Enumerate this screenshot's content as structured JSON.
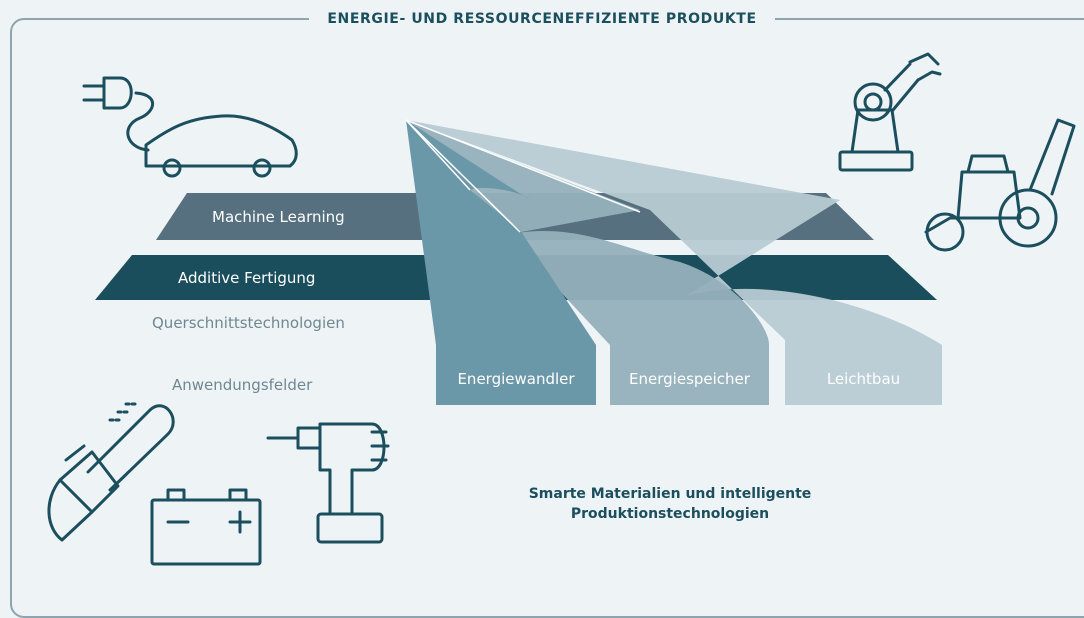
{
  "title": "ENERGIE- UND RESSOURCENEFFIZIENTE PRODUKTE",
  "layers": {
    "machine_learning": "Machine Learning",
    "additive": "Additive Fertigung"
  },
  "labels": {
    "cross_section": "Querschnittstechnologien",
    "application_fields": "Anwendungsfelder"
  },
  "pillars": {
    "converter": "Energiewandler",
    "storage": "Energiespeicher",
    "lightweight": "Leichtbau"
  },
  "footer": {
    "line1": "Smarte Materialien und intelligente",
    "line2": "Produktionstechnologien"
  },
  "icons": [
    "plug-car-icon",
    "robot-arm-icon",
    "lawn-mower-icon",
    "chainsaw-icon",
    "battery-icon",
    "drill-icon"
  ],
  "colors": {
    "background": "#eef3f6",
    "machine_learning_layer": "#56707f",
    "additive_layer": "#1b4e5d",
    "converter_pillar": "#6a98a8",
    "storage_pillar": "#95b0bc",
    "lightweight_pillar": "#b7cad3",
    "icon_stroke": "#1c4f5e"
  }
}
